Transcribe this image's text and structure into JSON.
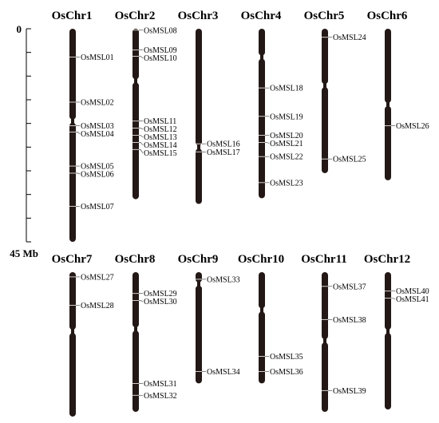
{
  "scale": {
    "min_label": "0",
    "max_label": "45 Mb",
    "max_mb": 45,
    "tick_step_mb": 5
  },
  "chromosomes": [
    {
      "name": "OsChr1",
      "centromere_mb": 19.5,
      "length_mb": 45.0,
      "genes": [
        {
          "id": "OsMSL01",
          "mb": 6.0
        },
        {
          "id": "OsMSL02",
          "mb": 15.5
        },
        {
          "id": "OsMSL03",
          "mb": 20.5
        },
        {
          "id": "OsMSL04",
          "mb": 21.8
        },
        {
          "id": "OsMSL05",
          "mb": 29.0
        },
        {
          "id": "OsMSL06",
          "mb": 30.5
        },
        {
          "id": "OsMSL07",
          "mb": 37.5
        }
      ]
    },
    {
      "name": "OsChr2",
      "centromere_mb": 11.0,
      "length_mb": 36.0,
      "genes": [
        {
          "id": "OsMSL08",
          "mb": 0.3
        },
        {
          "id": "OsMSL09",
          "mb": 4.5
        },
        {
          "id": "OsMSL10",
          "mb": 5.8
        },
        {
          "id": "OsMSL11",
          "mb": 19.5
        },
        {
          "id": "OsMSL12",
          "mb": 21.0
        },
        {
          "id": "OsMSL13",
          "mb": 22.5
        },
        {
          "id": "OsMSL14",
          "mb": 24.0
        },
        {
          "id": "OsMSL15",
          "mb": 25.5
        }
      ]
    },
    {
      "name": "OsChr3",
      "centromere_mb": 25.0,
      "length_mb": 37.0,
      "genes": [
        {
          "id": "OsMSL16",
          "mb": 24.3
        },
        {
          "id": "OsMSL17",
          "mb": 26.0
        }
      ]
    },
    {
      "name": "OsChr4",
      "centromere_mb": 6.0,
      "length_mb": 35.8,
      "genes": [
        {
          "id": "OsMSL18",
          "mb": 12.5
        },
        {
          "id": "OsMSL19",
          "mb": 18.5
        },
        {
          "id": "OsMSL20",
          "mb": 22.5
        },
        {
          "id": "OsMSL21",
          "mb": 24.0
        },
        {
          "id": "OsMSL22",
          "mb": 27.0
        },
        {
          "id": "OsMSL23",
          "mb": 32.5
        }
      ]
    },
    {
      "name": "OsChr5",
      "centromere_mb": 12.0,
      "length_mb": 30.5,
      "genes": [
        {
          "id": "OsMSL24",
          "mb": 1.8
        },
        {
          "id": "OsMSL25",
          "mb": 27.5
        }
      ]
    },
    {
      "name": "OsChr6",
      "centromere_mb": 16.0,
      "length_mb": 32.0,
      "genes": [
        {
          "id": "OsMSL26",
          "mb": 20.5
        }
      ]
    },
    {
      "name": "OsChr7",
      "centromere_mb": 12.5,
      "length_mb": 30.5,
      "genes": [
        {
          "id": "OsMSL27",
          "mb": 1.0
        },
        {
          "id": "OsMSL28",
          "mb": 7.0
        }
      ]
    },
    {
      "name": "OsChr8",
      "centromere_mb": 12.0,
      "length_mb": 29.5,
      "genes": [
        {
          "id": "OsMSL29",
          "mb": 4.5
        },
        {
          "id": "OsMSL30",
          "mb": 6.0
        },
        {
          "id": "OsMSL31",
          "mb": 23.5
        },
        {
          "id": "OsMSL32",
          "mb": 26.0
        }
      ]
    },
    {
      "name": "OsChr9",
      "centromere_mb": 2.5,
      "length_mb": 23.5,
      "genes": [
        {
          "id": "OsMSL33",
          "mb": 1.5
        },
        {
          "id": "OsMSL34",
          "mb": 21.0
        }
      ]
    },
    {
      "name": "OsChr10",
      "centromere_mb": 8.0,
      "length_mb": 23.5,
      "genes": [
        {
          "id": "OsMSL35",
          "mb": 17.8
        },
        {
          "id": "OsMSL36",
          "mb": 21.0
        }
      ]
    },
    {
      "name": "OsChr11",
      "centromere_mb": 14.5,
      "length_mb": 29.5,
      "genes": [
        {
          "id": "OsMSL37",
          "mb": 3.0
        },
        {
          "id": "OsMSL38",
          "mb": 10.0
        },
        {
          "id": "OsMSL39",
          "mb": 25.0
        }
      ]
    },
    {
      "name": "OsChr12",
      "centromere_mb": 12.5,
      "length_mb": 29.0,
      "genes": [
        {
          "id": "OsMSL40",
          "mb": 4.0
        },
        {
          "id": "OsMSL41",
          "mb": 5.5
        }
      ]
    }
  ]
}
